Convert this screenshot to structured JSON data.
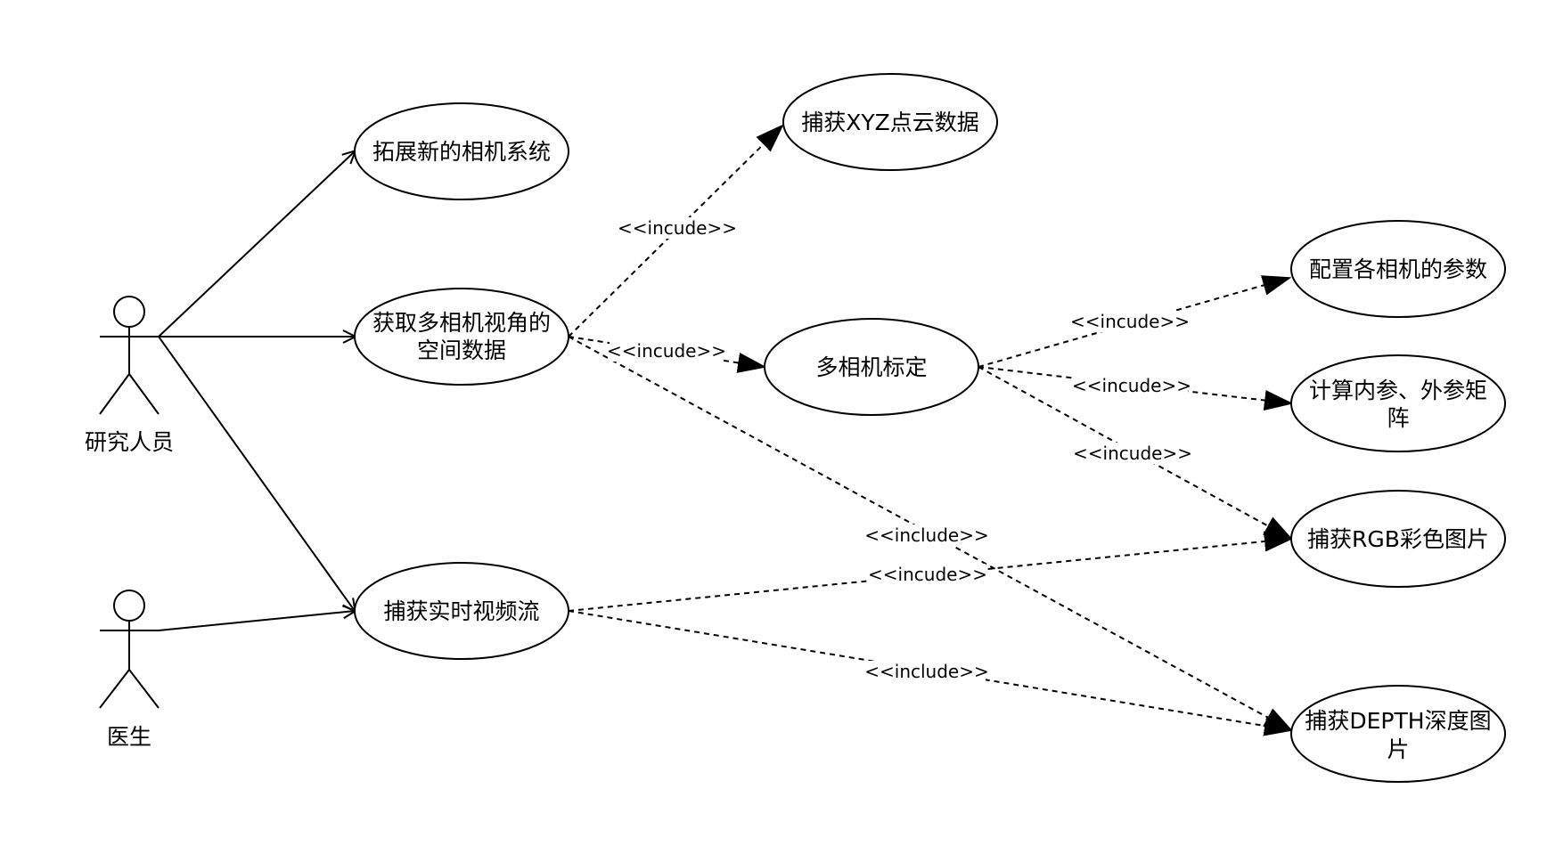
{
  "actors": {
    "researcher": "研究人员",
    "doctor": "医生"
  },
  "use_cases": {
    "extend_camera": "拓展新的相机系统",
    "get_spatial_l1": "获取多相机视角的",
    "get_spatial_l2": "空间数据",
    "capture_xyz": "捕获XYZ点云数据",
    "multi_calib": "多相机标定",
    "config_params": "配置各相机的参数",
    "compute_matrix_l1": "计算内参、外参矩",
    "compute_matrix_l2": "阵",
    "capture_rgb": "捕获RGB彩色图片",
    "capture_video": "捕获实时视频流",
    "capture_depth_l1": "捕获DEPTH深度图",
    "capture_depth_l2": "片"
  },
  "relations": {
    "spatial_to_xyz": "<<incude>>",
    "spatial_to_calib": "<<incude>>",
    "calib_to_config": "<<incude>>",
    "calib_to_matrix": "<<incude>>",
    "calib_to_rgb": "<<incude>>",
    "spatial_to_depth": "<<include>>",
    "video_to_rgb": "<<incude>>",
    "video_to_depth": "<<include>>"
  }
}
